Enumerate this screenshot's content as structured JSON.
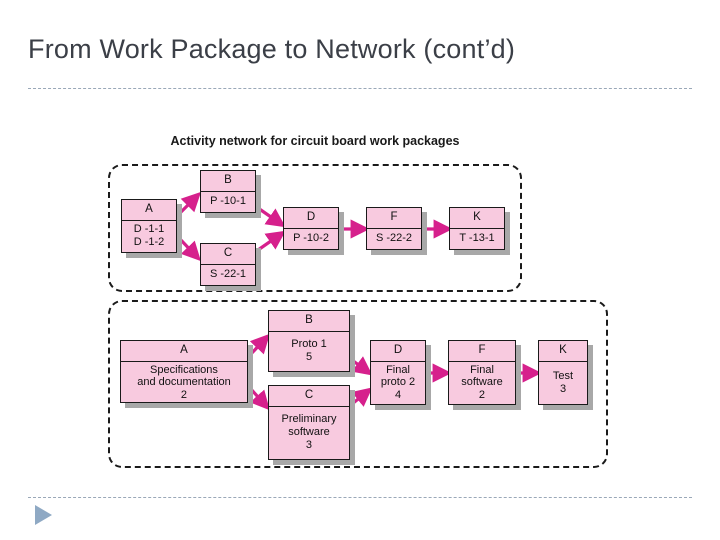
{
  "slide": {
    "title": "From Work Package to Network (cont’d)",
    "accent_color": "#9aa8b8",
    "title_color": "#3b3f47",
    "node_fill": "#f8cadf",
    "arrow_color": "#d6208c",
    "triangle_color": "#8fa9c4"
  },
  "figure": {
    "caption": "Activity network for circuit board work packages",
    "top_network": {
      "nodes": [
        {
          "key": "A",
          "id": "A",
          "body": "D -1-1\nD -1-2"
        },
        {
          "key": "B",
          "id": "B",
          "body": "P -10-1"
        },
        {
          "key": "C",
          "id": "C",
          "body": "S -22-1"
        },
        {
          "key": "D",
          "id": "D",
          "body": "P -10-2"
        },
        {
          "key": "F",
          "id": "F",
          "body": "S -22-2"
        },
        {
          "key": "K",
          "id": "K",
          "body": "T -13-1"
        }
      ],
      "edges": [
        "A-B",
        "A-C",
        "B-D",
        "C-D",
        "D-F",
        "F-K"
      ]
    },
    "bottom_network": {
      "nodes": [
        {
          "key": "A",
          "id": "A",
          "body": "Specifications\nand documentation\n2"
        },
        {
          "key": "B",
          "id": "B",
          "body": "Proto 1\n5"
        },
        {
          "key": "C",
          "id": "C",
          "body": "Preliminary\nsoftware\n3"
        },
        {
          "key": "D",
          "id": "D",
          "body": "Final\nproto 2\n4"
        },
        {
          "key": "F",
          "id": "F",
          "body": "Final\nsoftware\n2"
        },
        {
          "key": "K",
          "id": "K",
          "body": "Test\n3"
        }
      ],
      "edges": [
        "A-B",
        "A-C",
        "B-D",
        "C-D",
        "D-F",
        "F-K"
      ]
    }
  }
}
